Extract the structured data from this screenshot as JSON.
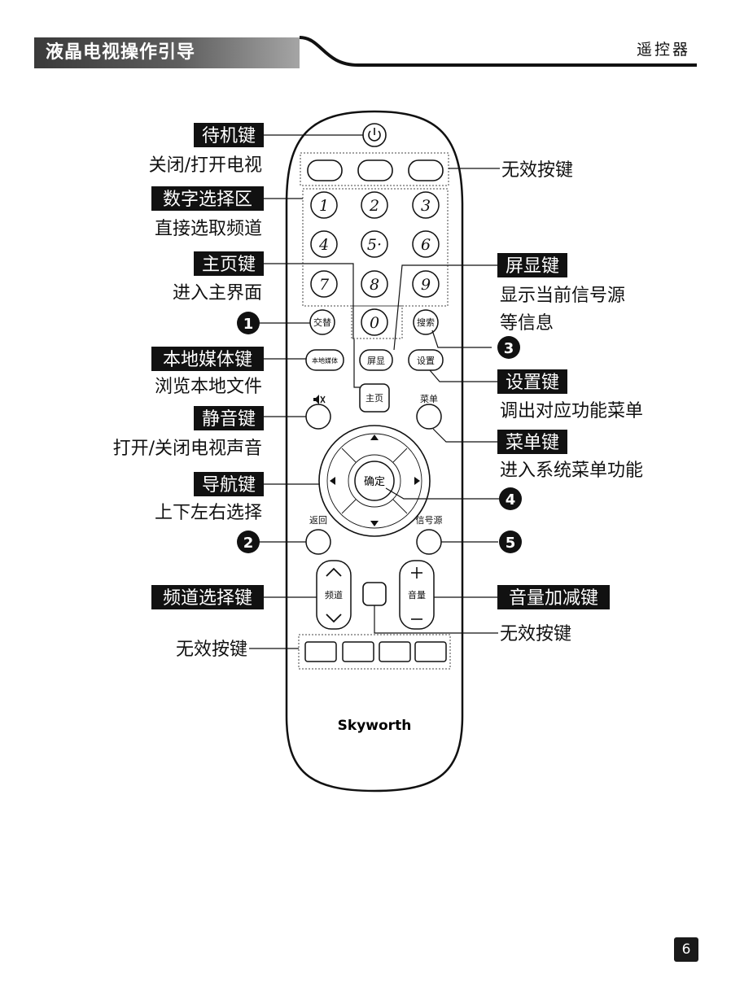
{
  "header": {
    "title": "液晶电视操作引导",
    "section": "遥控器"
  },
  "remote": {
    "numbers": [
      "1",
      "2",
      "3",
      "4",
      "5·",
      "6",
      "7",
      "8",
      "9",
      "0"
    ],
    "btn_swap": "交替",
    "btn_search": "搜索",
    "btn_local_media": "本地媒体",
    "btn_display": "屏显",
    "btn_settings": "设置",
    "btn_home": "主页",
    "btn_menu": "菜单",
    "btn_ok": "确定",
    "btn_back": "返回",
    "btn_source": "信号源",
    "btn_channel": "频道",
    "btn_volume": "音量",
    "brand": "Skyworth",
    "mute_icon": "speaker-mute-icon",
    "power_icon": "power-icon"
  },
  "labels": {
    "standby_title": "待机键",
    "standby_desc": "关闭/打开电视",
    "invalid_top": "无效按键",
    "digits_title": "数字选择区",
    "digits_desc": "直接选取频道",
    "home_title": "主页键",
    "home_desc": "进入主界面",
    "display_title": "屏显键",
    "display_desc1": "显示当前信号源",
    "display_desc2": "等信息",
    "local_title": "本地媒体键",
    "local_desc": "浏览本地文件",
    "settings_title": "设置键",
    "settings_desc": "调出对应功能菜单",
    "mute_title": "静音键",
    "mute_desc": "打开/关闭电视声音",
    "menu_title": "菜单键",
    "menu_desc": "进入系统菜单功能",
    "nav_title": "导航键",
    "nav_desc": "上下左右选择",
    "channel_title": "频道选择键",
    "volume_title": "音量加减键",
    "invalid_mid": "无效按键",
    "invalid_bottom": "无效按键"
  },
  "markers": [
    "1",
    "2",
    "3",
    "4",
    "5"
  ],
  "page_number": "6"
}
